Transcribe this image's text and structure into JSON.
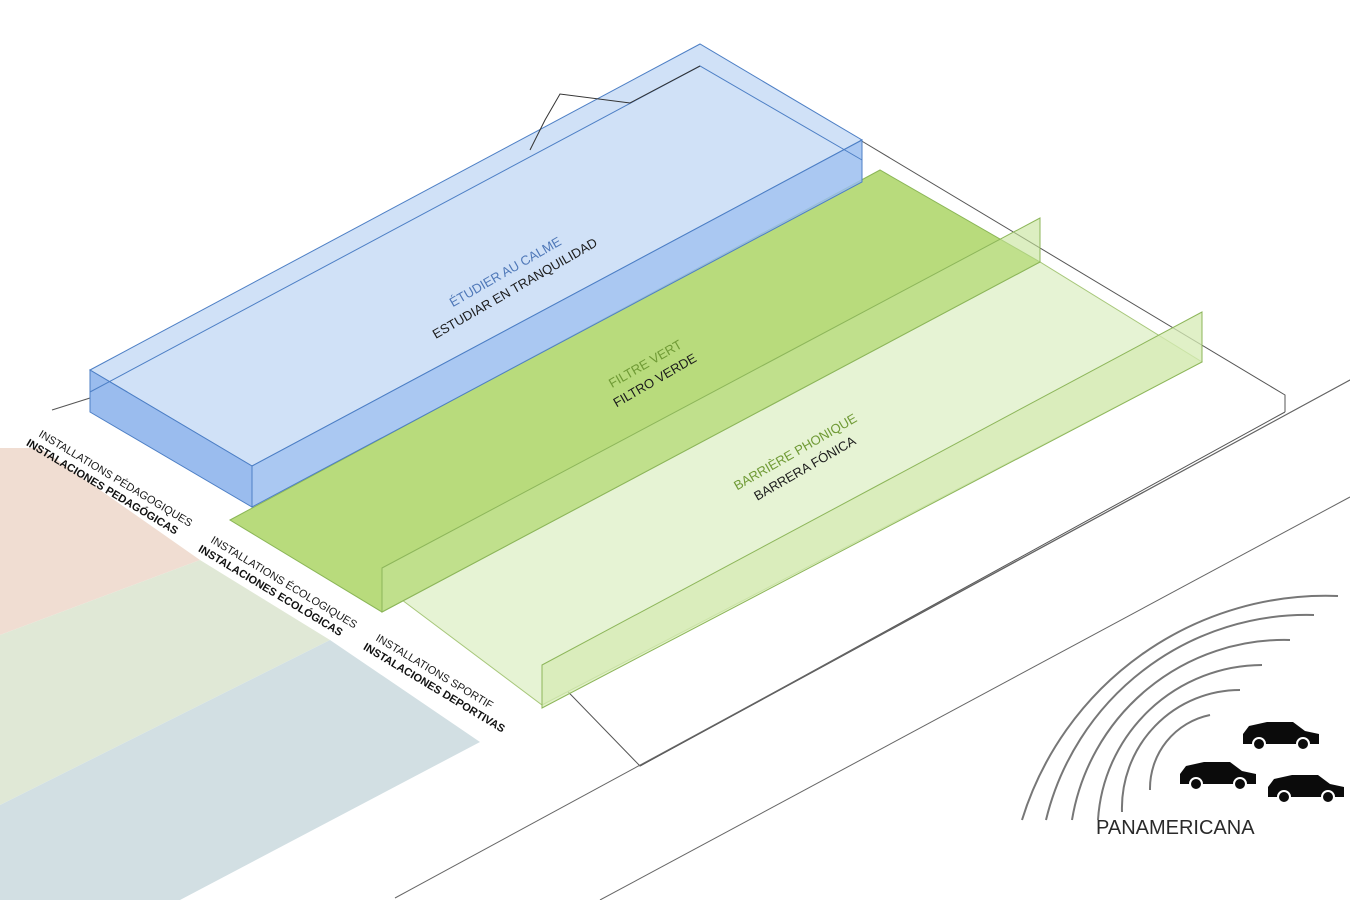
{
  "zones": {
    "quiet_study": {
      "label_fr": "ÉTUDIER AU CALME",
      "label_es": "ESTUDIAR EN TRANQUILIDAD",
      "color": "#a9c8f0",
      "label_fr_color": "#4f78b8"
    },
    "green_filter": {
      "label_fr": "FILTRE VERT",
      "label_es": "FILTRO VERDE",
      "color": "#b8db7c",
      "label_fr_color": "#6f9a35"
    },
    "sound_barrier": {
      "label_fr": "BARRIÈRE PHONIQUE",
      "label_es": "BARRERA FÓNICA",
      "color": "#e6f3d4",
      "label_fr_color": "#6f9a35"
    }
  },
  "side_labels": [
    {
      "fr": "INSTALLATIONS PÉDAGOGIQUES",
      "es": "INSTALACIONES PEDAGÓGICAS"
    },
    {
      "fr": "INSTALLATIONS ÉCOLOGIQUES",
      "es": "INSTALACIONES ECOLÓGICAS"
    },
    {
      "fr": "INSTALLATIONS SPORTIF",
      "es": "INSTALACIONES DEPORTIVAS"
    }
  ],
  "side_colors": [
    "#f0ddd2",
    "#e0e8d6",
    "#d2dfe3"
  ],
  "road": {
    "label": "PANAMERICANA",
    "vehicle_icon": "car-icon",
    "sound_icon": "sound-waves-icon"
  }
}
